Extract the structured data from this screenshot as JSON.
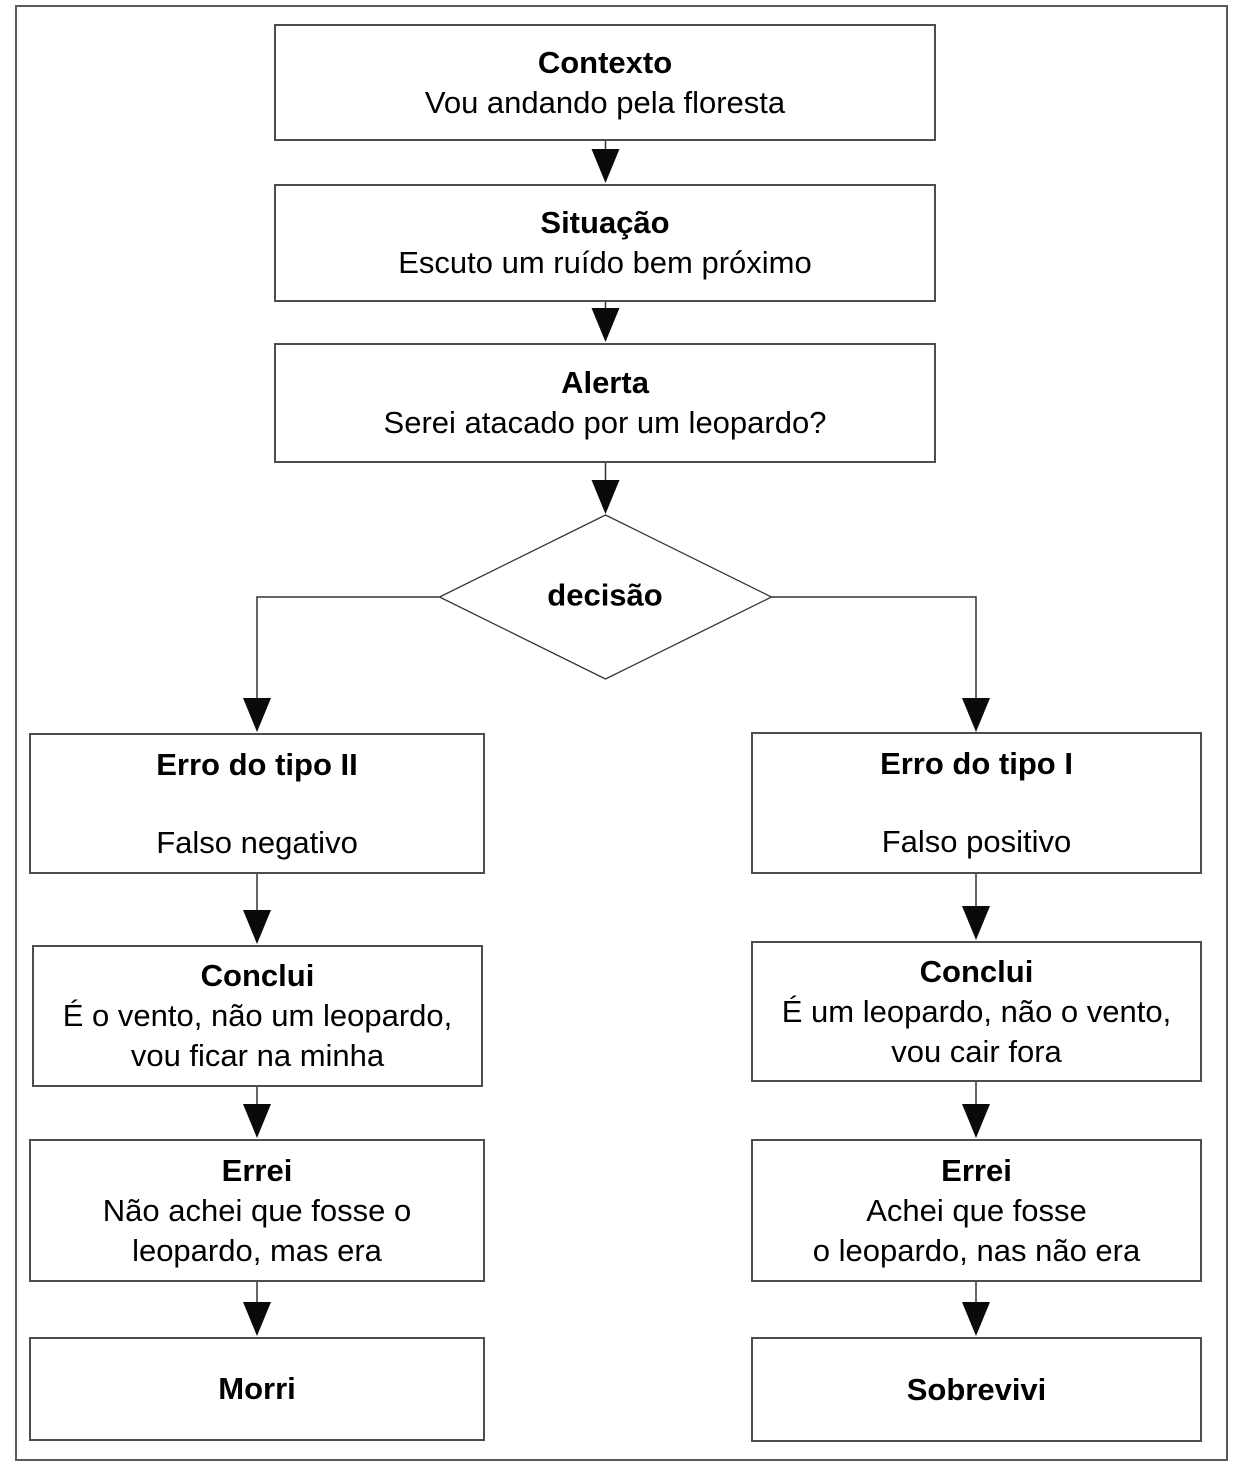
{
  "colors": {
    "background": "#ffffff",
    "box_border": "#4d4d4d",
    "frame_border": "#5a5a5a",
    "connector": "#333333",
    "arrowhead": "#0a0a0a",
    "text": "#000000"
  },
  "nodes": {
    "contexto": {
      "title": "Contexto",
      "body": "Vou andando pela floresta"
    },
    "situacao": {
      "title": "Situação",
      "body": "Escuto um ruído bem próximo"
    },
    "alerta": {
      "title": "Alerta",
      "body": "Serei atacado por um leopardo?"
    },
    "decisao": {
      "title": "decisão"
    },
    "erro_tipo_2": {
      "title": "Erro do tipo II",
      "body": "Falso negativo"
    },
    "conclui_esquerda": {
      "title": "Conclui",
      "body": "É o vento, não um leopardo,\nvou ficar na minha"
    },
    "errei_esquerda": {
      "title": "Errei",
      "body": "Não achei que fosse o\nleopardo, mas era"
    },
    "morri": {
      "title": "Morri"
    },
    "erro_tipo_1": {
      "title": "Erro do tipo I",
      "body": "Falso positivo"
    },
    "conclui_direita": {
      "title": "Conclui",
      "body": "É um leopardo, não o vento,\nvou cair fora"
    },
    "errei_direita": {
      "title": "Errei",
      "body": "Achei que fosse\no leopardo, nas não era"
    },
    "sobrevivi": {
      "title": "Sobrevivi"
    }
  }
}
